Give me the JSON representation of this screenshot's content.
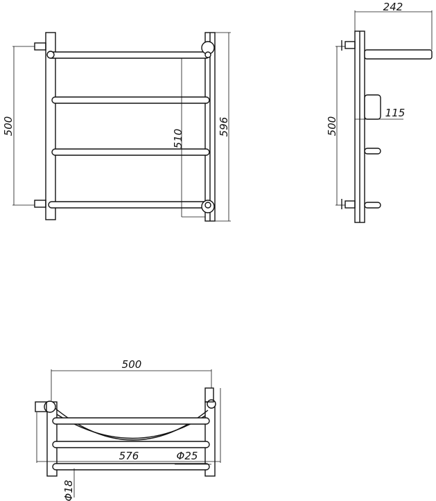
{
  "views": {
    "front": {
      "height_mounting": "500",
      "height_inner": "510",
      "height_total": "596"
    },
    "side": {
      "depth": "242",
      "wall_offset": "115",
      "height_mounting": "500"
    },
    "top": {
      "width_mounting": "500",
      "width_total": "576",
      "tube_main": "Φ25",
      "tube_rung": "Φ18"
    }
  }
}
